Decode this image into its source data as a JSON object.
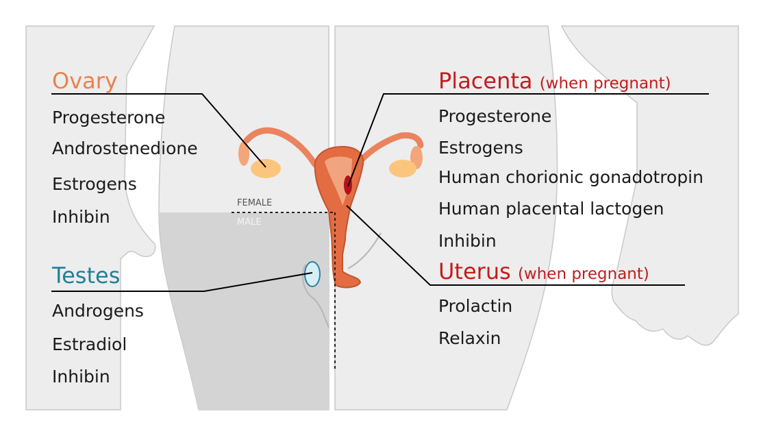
{
  "ovary": {
    "title": "Ovary",
    "hormones": [
      "Progesterone",
      "Androstenedione",
      "Estrogens",
      "Inhibin"
    ]
  },
  "testes": {
    "title": "Testes",
    "hormones": [
      "Androgens",
      "Estradiol",
      "Inhibin"
    ]
  },
  "placenta": {
    "title": "Placenta",
    "qualifier": "(when pregnant)",
    "hormones": [
      "Progesterone",
      "Estrogens",
      "Human chorionic gonadotropin",
      "Human placental lactogen",
      "Inhibin"
    ]
  },
  "uterus": {
    "title": "Uterus",
    "qualifier": "(when pregnant)",
    "hormones": [
      "Prolactin",
      "Relaxin"
    ]
  },
  "divider": {
    "female": "FEMALE",
    "male": "MALE"
  },
  "colors": {
    "ovary": "#e8824a",
    "testes": "#1f7f9c",
    "placenta": "#c21c1c",
    "uterus": "#c21c1c",
    "body": "#ededed",
    "male_region": "#d4d4d4"
  }
}
